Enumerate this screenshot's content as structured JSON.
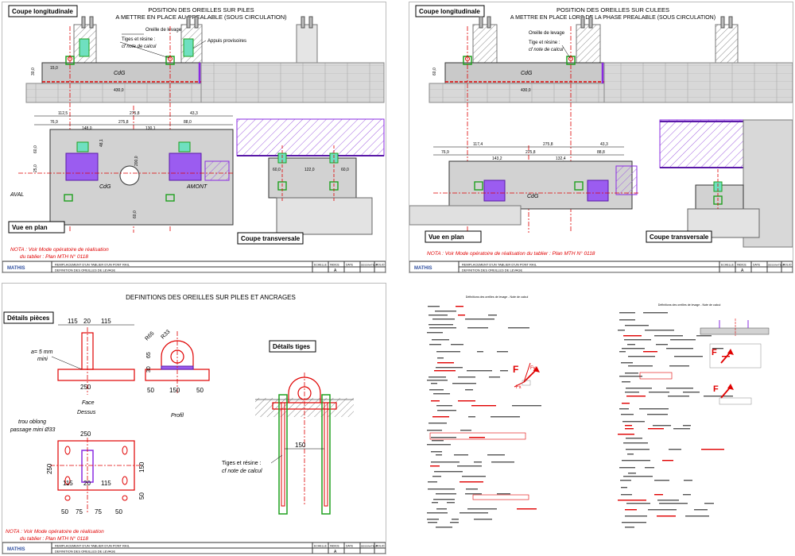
{
  "sheet1": {
    "title_line1": "POSITION DES OREILLES SUR PILES",
    "title_line2": "A METTRE EN PLACE AU PREALABLE (SOUS CIRCULATION)",
    "label_longi": "Coupe longitudinale",
    "label_plan": "Vue en plan",
    "label_trans": "Coupe transversale",
    "callout_oreille": "Oreille de levage",
    "callout_tiges": "Tiges et résine :",
    "callout_note": "cf note de calcul",
    "callout_appuis": "Appuis provisoires",
    "cdg": "CdG",
    "aval": "AVAL",
    "amont": "AMONT",
    "note1": "NOTA : Voir Mode opératoire de réalisation",
    "note2": "du tablier : Plan MTH N° 0118",
    "dims_top": [
      "112,5",
      "275,8",
      "43,3"
    ],
    "dims_mid": [
      "76,9",
      "148,0",
      "275,8",
      "130,1",
      "88,0"
    ],
    "dims_long": [
      "15,0",
      "430,0",
      "30,0"
    ],
    "dims_trans": [
      "60,0",
      "122,0",
      "60,0"
    ],
    "dims_small": [
      "60,0",
      "25,0",
      "60,0",
      "48,1",
      "200,0"
    ]
  },
  "sheet2": {
    "title_line1": "POSITION DES OREILLES SUR CULEES",
    "title_line2": "A METTRE EN PLACE LORS DE LA PHASE PREALABLE (SOUS CIRCULATION)",
    "label_longi": "Coupe longitudinale",
    "label_plan": "Vue en plan",
    "label_trans": "Coupe transversale",
    "callout_oreille": "Oreille de levage",
    "callout_tiges": "Tige et résine :",
    "callout_note": "cf note de calcul",
    "cdg": "CdG",
    "note1": "NOTA : Voir Mode opératoire de réalisation du tablier : Plan MTH N° 0118",
    "dims_top": [
      "117,4",
      "275,8",
      "43,3"
    ],
    "dims_mid": [
      "76,9",
      "143,2",
      "275,8",
      "132,4",
      "88,8"
    ],
    "dims_long": [
      "430,0",
      "60,0"
    ]
  },
  "sheet3": {
    "title": "DEFINITIONS DES OREILLES SUR PILES ET ANCRAGES",
    "label_details": "Détails pièces",
    "label_tiges": "Détails tiges",
    "weld1": "a= 5 mm",
    "weld2": "mini",
    "face": "Face",
    "dessus": "Dessus",
    "profil": "Profil",
    "trou1": "trou oblong",
    "trou2": "passage mini Ø33",
    "tiges1": "Tiges et résine :",
    "tiges2": "cf note de calcul",
    "note1": "NOTA : Voir Mode opératoire de réalisation",
    "note2": "du tablier : Plan MTH N° 0118",
    "dims_top": [
      "115",
      "20",
      "115"
    ],
    "dims_w": "250",
    "dims_prof": [
      "50",
      "150",
      "50"
    ],
    "dims_plate": [
      "50",
      "75",
      "75",
      "50"
    ],
    "dims_plate2": [
      "115",
      "20",
      "115"
    ],
    "dims_side": [
      "65",
      "30",
      "250",
      "150",
      "50"
    ],
    "radii": [
      "R65",
      "R33"
    ],
    "tige_dim": "150"
  },
  "sheet4": {
    "title_left": "Définitions des oreilles de levage - Note de calcul",
    "title_right": "Définitions des oreilles de levage - Note de calcul",
    "force_f": "F",
    "force_fx": "Fx",
    "force_fy": "Fy"
  },
  "titleblock": {
    "company": "MATHIS",
    "row1": "REMPLACEMENT D'UN TABLIER D'UN PONT RAIL",
    "row2": "DEFINITION DES OREILLES DE LEVAGE",
    "cols": [
      "ECHELLE",
      "INDICE",
      "DATE",
      "DESSINATEUR",
      "FOLIO"
    ],
    "indice": "A"
  },
  "colors": {
    "red": "#e00000",
    "green": "#1fa01f",
    "purple": "#8a2be2",
    "hatch": "#9a9a9a",
    "concrete": "#cfcfcf"
  }
}
